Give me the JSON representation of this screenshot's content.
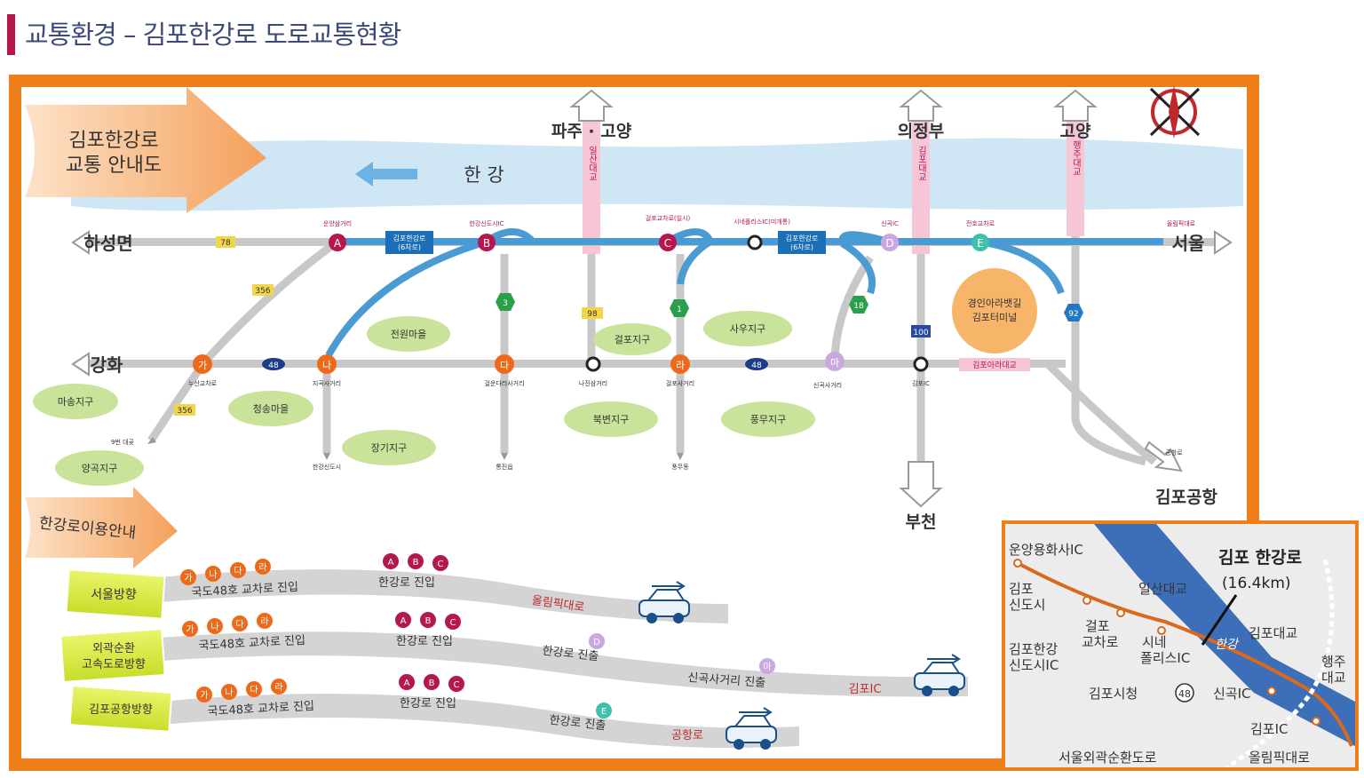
{
  "page": {
    "title": "교통환경 – 김포한강로 도로교통현황"
  },
  "map": {
    "legend_title_line1": "김포한강로",
    "legend_title_line2": "교통 안내도",
    "river": "한 강",
    "directions": {
      "paju_goyang": "파주 · 고양",
      "uijeongbu": "의정부",
      "goyang": "고양",
      "haseong": "하성면",
      "seoul": "서울",
      "ganghwa": "강화",
      "bucheon": "부천",
      "gimpo_airport": "김포공항"
    },
    "vertical_bridges": [
      "일산대교",
      "김포대교",
      "행주대교"
    ],
    "hangang_ro_signs": [
      {
        "line1": "김포한강로",
        "line2": "(6차로)"
      },
      {
        "line1": "김포한강로",
        "line2": "(6차로)"
      }
    ],
    "upper_nodes": [
      "A",
      "B",
      "C",
      "D",
      "E"
    ],
    "upper_node_labels": [
      "운양삼거리",
      "한강신도시IC",
      "걸포교차로(일시)",
      "시네폴리스IC(미개통)",
      "신곡IC",
      "전호교차로",
      "올림픽대로"
    ],
    "lower_nodes": [
      "가",
      "나",
      "다",
      "라",
      "마"
    ],
    "lower_node_labels": [
      "누산교차로",
      "지곡사거리",
      "걸운다리사거리",
      "나진삼거리",
      "걸포사거리",
      "신곡사거리",
      "김포IC"
    ],
    "route_badges": [
      "78",
      "356",
      "3",
      "98",
      "1",
      "18",
      "92",
      "100",
      "48",
      "48",
      "356"
    ],
    "districts": [
      "전원마을",
      "걸포지구",
      "사우지구",
      "마송지구",
      "청송마을",
      "장기지구",
      "북변지구",
      "풍무지구",
      "양곡지구"
    ],
    "terminal": {
      "line1": "경인아라뱃길",
      "line2": "김포터미널"
    },
    "ara_bridge": "김포아라대교",
    "south_labels": [
      "한강신도시",
      "통진읍",
      "풍무동",
      "9번 대곶",
      "공항로"
    ]
  },
  "usage_guide": {
    "title": "한강로이용안내",
    "rows": [
      {
        "sign_line1": "서울방향",
        "sign_line2": "",
        "nodes": [
          "가",
          "나",
          "다",
          "라"
        ],
        "text1": "국도48호 교차로 진입",
        "upper": [
          "A",
          "B",
          "C"
        ],
        "text2": "한강로 진입",
        "extra_node": "",
        "text3": "",
        "final_node": "",
        "text4": "",
        "end": "올림픽대로"
      },
      {
        "sign_line1": "외곽순환",
        "sign_line2": "고속도로방향",
        "nodes": [
          "가",
          "나",
          "다",
          "라"
        ],
        "text1": "국도48호 교차로 진입",
        "upper": [
          "A",
          "B",
          "C"
        ],
        "text2": "한강로 진입",
        "extra_node": "D",
        "text3": "한강로 진출",
        "final_node": "마",
        "text4": "신곡사거리 진출",
        "end": "김포IC"
      },
      {
        "sign_line1": "김포공항방향",
        "sign_line2": "",
        "nodes": [
          "가",
          "나",
          "다",
          "라"
        ],
        "text1": "국도48호 교차로 진입",
        "upper": [
          "A",
          "B",
          "C"
        ],
        "text2": "한강로 진입",
        "extra_node": "E",
        "text3": "한강로 진출",
        "final_node": "",
        "text4": "",
        "end": "공항로"
      }
    ]
  },
  "inset": {
    "title": "김포 한강로",
    "length": "(16.4km)",
    "labels": {
      "unyang": "운양용화사IC",
      "gimpo_new1": "김포",
      "gimpo_new2": "신도시",
      "ilsan": "일산대교",
      "geolpo1": "걸포",
      "geolpo2": "교차로",
      "hangang_ic1": "김포한강",
      "hangang_ic2": "신도시IC",
      "cine1": "시네",
      "cine2": "폴리스IC",
      "river": "한강",
      "gimpo_bridge": "김포대교",
      "haengju1": "행주",
      "haengju2": "대교",
      "cityhall": "김포시청",
      "route48": "48",
      "singok": "신곡IC",
      "gimpo_ic": "김포IC",
      "ring": "서울외곽순환도로",
      "olympic": "올림픽대로"
    }
  },
  "colors": {
    "frame": "#ee7d1a",
    "title_bar": "#b5174f",
    "river": "#cfe6f5",
    "highway": "#4a9ad4",
    "road": "#c8c8c8",
    "upper_node": "#b5174f",
    "lower_node": "#ee6a1a",
    "district": "#c9e39a",
    "bridge_pink": "#f7c6d6",
    "sign": "#d7ea3a"
  }
}
